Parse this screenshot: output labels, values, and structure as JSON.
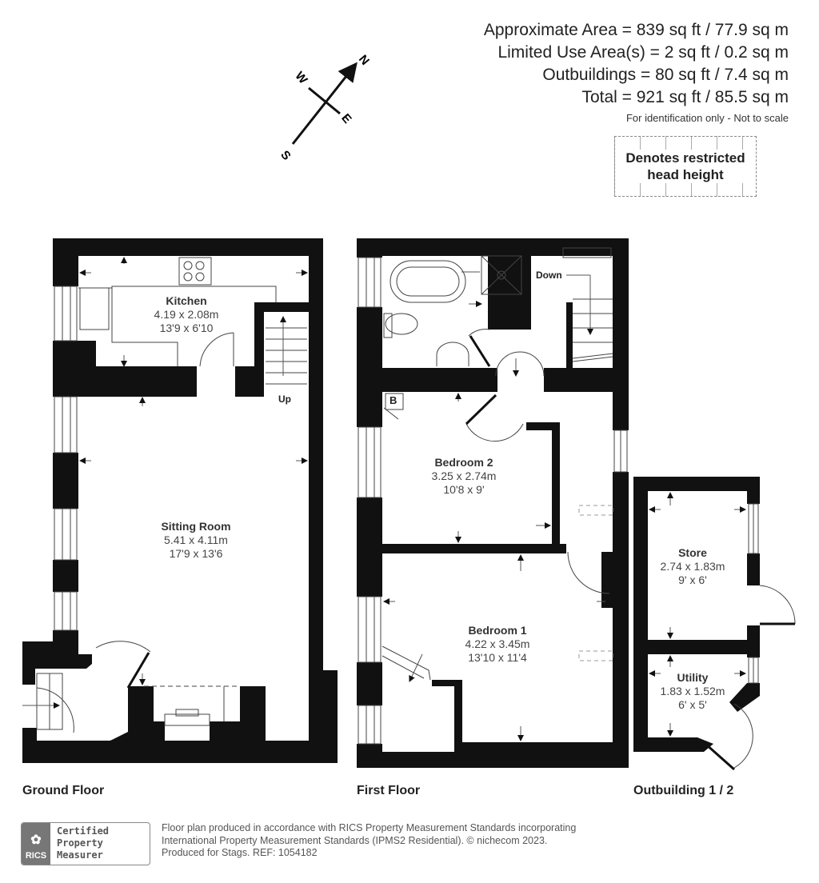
{
  "areas": {
    "approximate_area": "Approximate Area = 839 sq ft / 77.9 sq m",
    "limited_use_area": "Limited Use Area(s) = 2 sq ft / 0.2 sq m",
    "outbuildings": "Outbuildings = 80 sq ft / 7.4 sq m",
    "total": "Total = 921 sq ft / 85.5 sq m",
    "disclaimer": "For identification only - Not to scale"
  },
  "legend": {
    "restricted_head_height": "Denotes restricted head height"
  },
  "compass": {
    "north": "N",
    "south": "S",
    "east": "E",
    "west": "W"
  },
  "floors": {
    "ground": {
      "label": "Ground Floor",
      "rooms": [
        {
          "name": "Kitchen",
          "metric": "4.19 x 2.08m",
          "imperial": "13'9 x 6'10"
        },
        {
          "name": "Sitting Room",
          "metric": "5.41 x 4.11m",
          "imperial": "17'9 x 13'6"
        }
      ],
      "stairs_label": "Up"
    },
    "first": {
      "label": "First Floor",
      "rooms": [
        {
          "name": "Bedroom 2",
          "metric": "3.25 x 2.74m",
          "imperial": "10'8 x 9'"
        },
        {
          "name": "Bedroom 1",
          "metric": "4.22 x 3.45m",
          "imperial": "13'10 x 11'4"
        }
      ],
      "stairs_label": "Down",
      "boiler_label": "B"
    },
    "outbuilding": {
      "label": "Outbuilding 1 / 2",
      "rooms": [
        {
          "name": "Store",
          "metric": "2.74 x 1.83m",
          "imperial": "9' x 6'"
        },
        {
          "name": "Utility",
          "metric": "1.83 x 1.52m",
          "imperial": "6' x 5'"
        }
      ]
    }
  },
  "footer": {
    "badge_logo": "RICS",
    "badge_line1": "Certified",
    "badge_line2": "Property",
    "badge_line3": "Measurer",
    "text_line1": "Floor plan produced in accordance with RICS Property Measurement Standards incorporating",
    "text_line2": "International Property Measurement Standards (IPMS2 Residential).  © nichecom 2023.",
    "text_line3": "Produced for Stags.   REF: 1054182"
  }
}
